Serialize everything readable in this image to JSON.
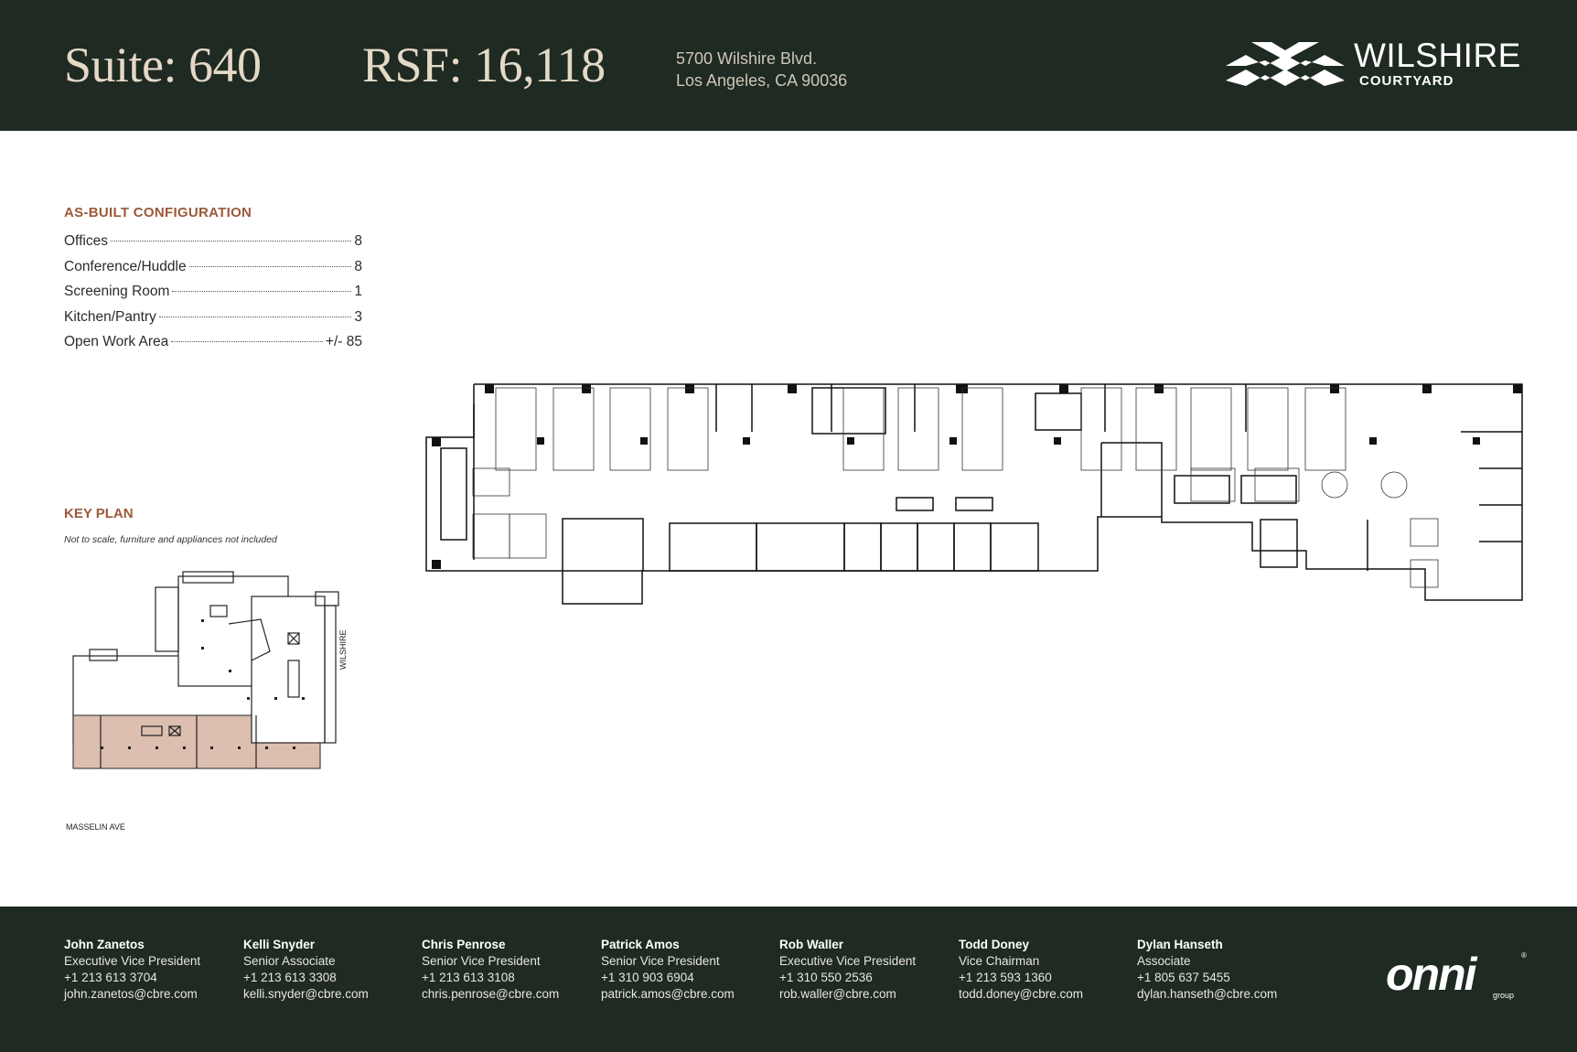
{
  "header": {
    "suite": "Suite: 640",
    "rsf": "RSF: 16,118",
    "address_line1": "5700 Wilshire Blvd.",
    "address_line2": "Los Angeles, CA 90036",
    "logo_name": "WILSHIRE",
    "logo_sub": "COURTYARD"
  },
  "configuration": {
    "title": "AS-BUILT CONFIGURATION",
    "items": [
      {
        "label": "Offices",
        "value": "8"
      },
      {
        "label": "Conference/Huddle",
        "value": "8"
      },
      {
        "label": "Screening Room",
        "value": "1"
      },
      {
        "label": "Kitchen/Pantry",
        "value": "3"
      },
      {
        "label": "Open Work Area",
        "value": "+/- 85"
      }
    ]
  },
  "key_plan": {
    "title": "KEY PLAN",
    "note": "Not to scale, furniture and appliances not included",
    "street_bottom": "MASSELIN AVE",
    "street_right": "WILSHIRE"
  },
  "contacts": [
    {
      "name": "John Zanetos",
      "title": "Executive Vice President",
      "phone": "+1 213 613 3704",
      "email": "john.zanetos@cbre.com"
    },
    {
      "name": "Kelli Snyder",
      "title": "Senior Associate",
      "phone": "+1 213 613 3308",
      "email": "kelli.snyder@cbre.com"
    },
    {
      "name": "Chris Penrose",
      "title": "Senior Vice President",
      "phone": "+1 213 613 3108",
      "email": "chris.penrose@cbre.com"
    },
    {
      "name": "Patrick Amos",
      "title": "Senior Vice President",
      "phone": "+1 310 903 6904",
      "email": "patrick.amos@cbre.com"
    },
    {
      "name": "Rob Waller",
      "title": "Executive Vice President",
      "phone": "+1 310 550 2536",
      "email": "rob.waller@cbre.com"
    },
    {
      "name": "Todd Doney",
      "title": "Vice Chairman",
      "phone": "+1 213 593 1360",
      "email": "todd.doney@cbre.com"
    },
    {
      "name": "Dylan Hanseth",
      "title": "Associate",
      "phone": "+1 805 637 5455",
      "email": "dylan.hanseth@cbre.com"
    }
  ],
  "brand": {
    "onni_word": "onni",
    "onni_sub": "group",
    "onni_reg": "®"
  },
  "colors": {
    "header_bg": "#1e2a22",
    "accent": "#9a5a3a",
    "serif_text": "#e4d8c6",
    "key_plan_highlight": "#dcbfae"
  }
}
